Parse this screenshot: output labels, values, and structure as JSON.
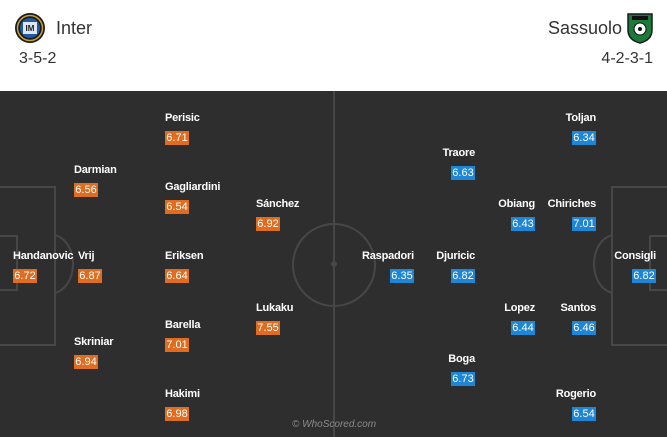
{
  "home": {
    "name": "Inter",
    "formation": "3-5-2",
    "logo_icon": "inter-crest",
    "rating_color": "#e06d1f",
    "players": [
      {
        "name": "Handanovic",
        "rating": "6.72"
      },
      {
        "name": "Vrij",
        "rating": "6.87"
      },
      {
        "name": "Darmian",
        "rating": "6.56"
      },
      {
        "name": "Skriniar",
        "rating": "6.94"
      },
      {
        "name": "Perisic",
        "rating": "6.71"
      },
      {
        "name": "Gagliardini",
        "rating": "6.54"
      },
      {
        "name": "Eriksen",
        "rating": "6.64"
      },
      {
        "name": "Barella",
        "rating": "7.01"
      },
      {
        "name": "Hakimi",
        "rating": "6.98"
      },
      {
        "name": "Sánchez",
        "rating": "6.92"
      },
      {
        "name": "Lukaku",
        "rating": "7.55"
      }
    ]
  },
  "away": {
    "name": "Sassuolo",
    "formation": "4-2-3-1",
    "logo_icon": "sassuolo-crest",
    "rating_color": "#1e86d6",
    "players": [
      {
        "name": "Consigli",
        "rating": "6.82"
      },
      {
        "name": "Toljan",
        "rating": "6.34"
      },
      {
        "name": "Chiriches",
        "rating": "7.01"
      },
      {
        "name": "Santos",
        "rating": "6.46"
      },
      {
        "name": "Rogerio",
        "rating": "6.54"
      },
      {
        "name": "Obiang",
        "rating": "6.43"
      },
      {
        "name": "Lopez",
        "rating": "6.44"
      },
      {
        "name": "Traore",
        "rating": "6.63"
      },
      {
        "name": "Djuricic",
        "rating": "6.82"
      },
      {
        "name": "Boga",
        "rating": "6.73"
      },
      {
        "name": "Raspadori",
        "rating": "6.35"
      }
    ]
  },
  "watermark": "© WhoScored.com"
}
